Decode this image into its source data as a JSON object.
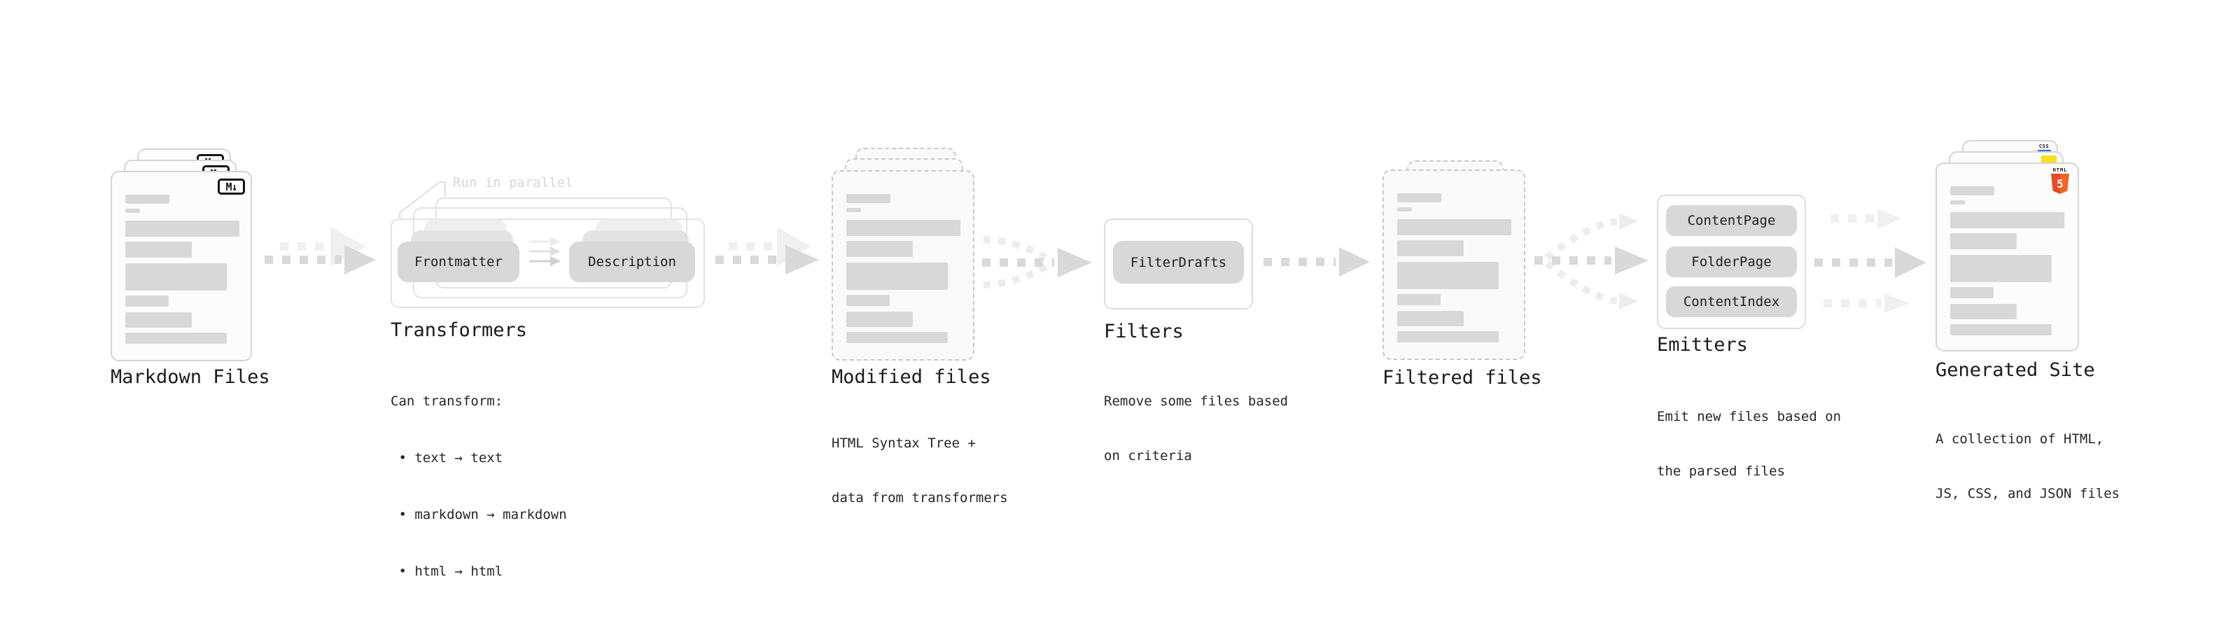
{
  "diagram": {
    "markdown_files": {
      "title": "Markdown Files",
      "badge": "M↓"
    },
    "transformers": {
      "annotation": "Run in parallel",
      "frontmatter_pill": "Frontmatter",
      "description_pill": "Description",
      "title": "Transformers",
      "desc": [
        "Can transform:",
        " • text → text",
        " • markdown → markdown",
        " • html → html"
      ]
    },
    "modified_files": {
      "title": "Modified files",
      "desc": [
        "HTML Syntax Tree +",
        "data from transformers"
      ]
    },
    "filters": {
      "title": "Filters",
      "pill": "FilterDrafts",
      "desc": [
        "Remove some files based",
        "on criteria"
      ]
    },
    "filtered_files": {
      "title": "Filtered files"
    },
    "emitters": {
      "title": "Emitters",
      "pills": [
        "ContentPage",
        "FolderPage",
        "ContentIndex"
      ],
      "desc": [
        "Emit new files based on",
        "the parsed files"
      ]
    },
    "generated_site": {
      "title": "Generated Site",
      "desc": [
        "A collection of HTML,",
        "JS, CSS, and JSON files"
      ],
      "css_badge": "CSS",
      "html_badge_label": "HTML",
      "html_badge_number": "5"
    }
  },
  "colors": {
    "placeholder_bar": "#d8d8d8",
    "pill": "#d8d8d8",
    "arrow_dark": "#d9d9d9",
    "arrow_light": "#f0f0f0",
    "css_blue": "#2965f1",
    "js_yellow": "#f7df1e",
    "html_orange_left": "#e44d26",
    "html_orange_right": "#f16529"
  }
}
